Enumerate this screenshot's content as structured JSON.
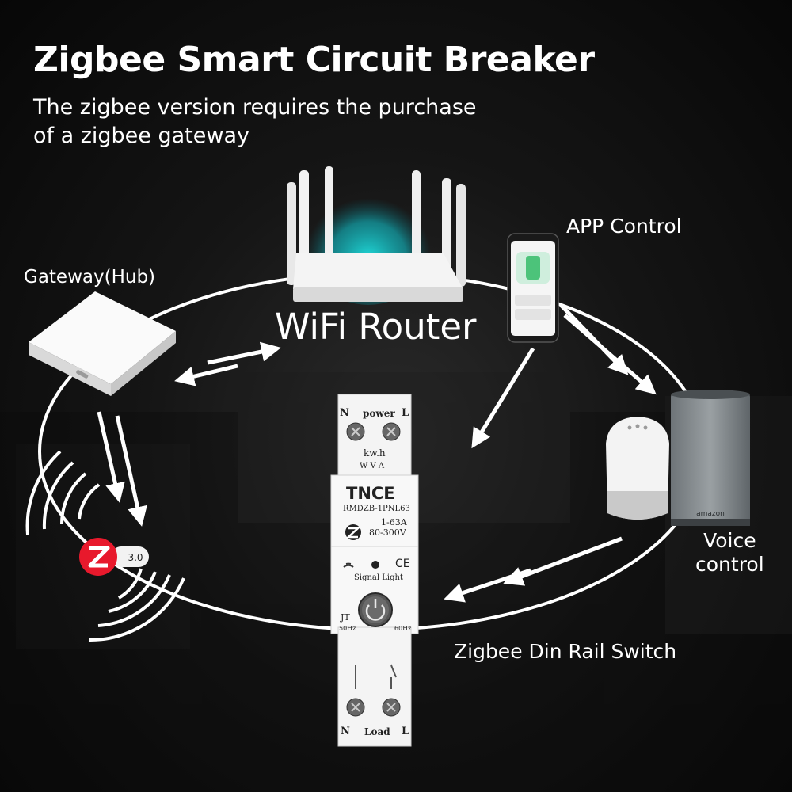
{
  "header": {
    "title": "Zigbee Smart Circuit Breaker",
    "subtitle": "The zigbee version requires the purchase\nof a zigbee gateway"
  },
  "labels": {
    "router": "WiFi Router",
    "app": "APP Control",
    "gateway": "Gateway(Hub)",
    "voice": "Voice\ncontrol",
    "din_switch": "Zigbee Din Rail Switch"
  },
  "device": {
    "top_n": "N",
    "top_power": "power",
    "top_l": "L",
    "kwh": "kw.h",
    "wva": "W  V  A",
    "brand": "TNCE",
    "model": "RMDZB-1PNL63",
    "current": "1-63A",
    "voltage": "80-300V",
    "ce": "CE",
    "signal_light": "Signal Light",
    "jt": "JT",
    "hz50": "50Hz",
    "hz60": "60Hz",
    "bottom_n": "N",
    "bottom_load": "Load",
    "bottom_l": "L"
  },
  "zigbee_badge": {
    "version": "3.0"
  },
  "speaker": {
    "brand": "amazon"
  },
  "colors": {
    "wifi_glow": "#19c7c7",
    "zigbee_red": "#e8192c",
    "accent_white": "#ffffff"
  }
}
